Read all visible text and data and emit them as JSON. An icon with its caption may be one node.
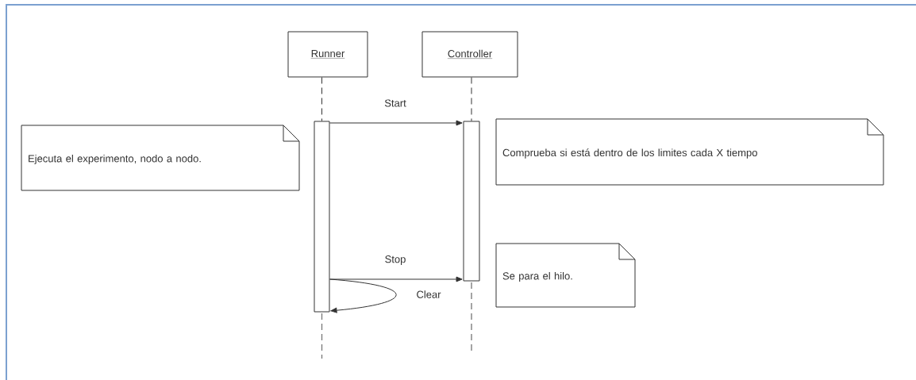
{
  "diagram": {
    "nodes": [
      {
        "text": [
          "Runner"
        ]
      },
      {
        "text": [
          "Controller"
        ]
      },
      {
        "text": [],
        "shape": "bar"
      },
      {
        "text": [],
        "shape": "bar"
      },
      {
        "text": [
          "Ejecuta el experimento, nodo a nodo."
        ]
      },
      {
        "text": [
          "Comprueba si está dentro de los limites cada X tiempo"
        ]
      },
      {
        "text": [
          "Se para el hilo."
        ]
      }
    ],
    "edges": [
      {
        "from": 0,
        "to": 2,
        "arrow": "none",
        "style": "dashed"
      },
      {
        "from": 1,
        "to": 3,
        "arrow": "none",
        "style": "dashed"
      },
      {
        "from": 2,
        "to": 3,
        "arrow": "to",
        "label": "Start"
      },
      {
        "from": 2,
        "to": 3,
        "arrow": "to",
        "label": "Stop"
      },
      {
        "from": 2,
        "to": 2,
        "arrow": "to",
        "label": "Clear"
      }
    ]
  }
}
